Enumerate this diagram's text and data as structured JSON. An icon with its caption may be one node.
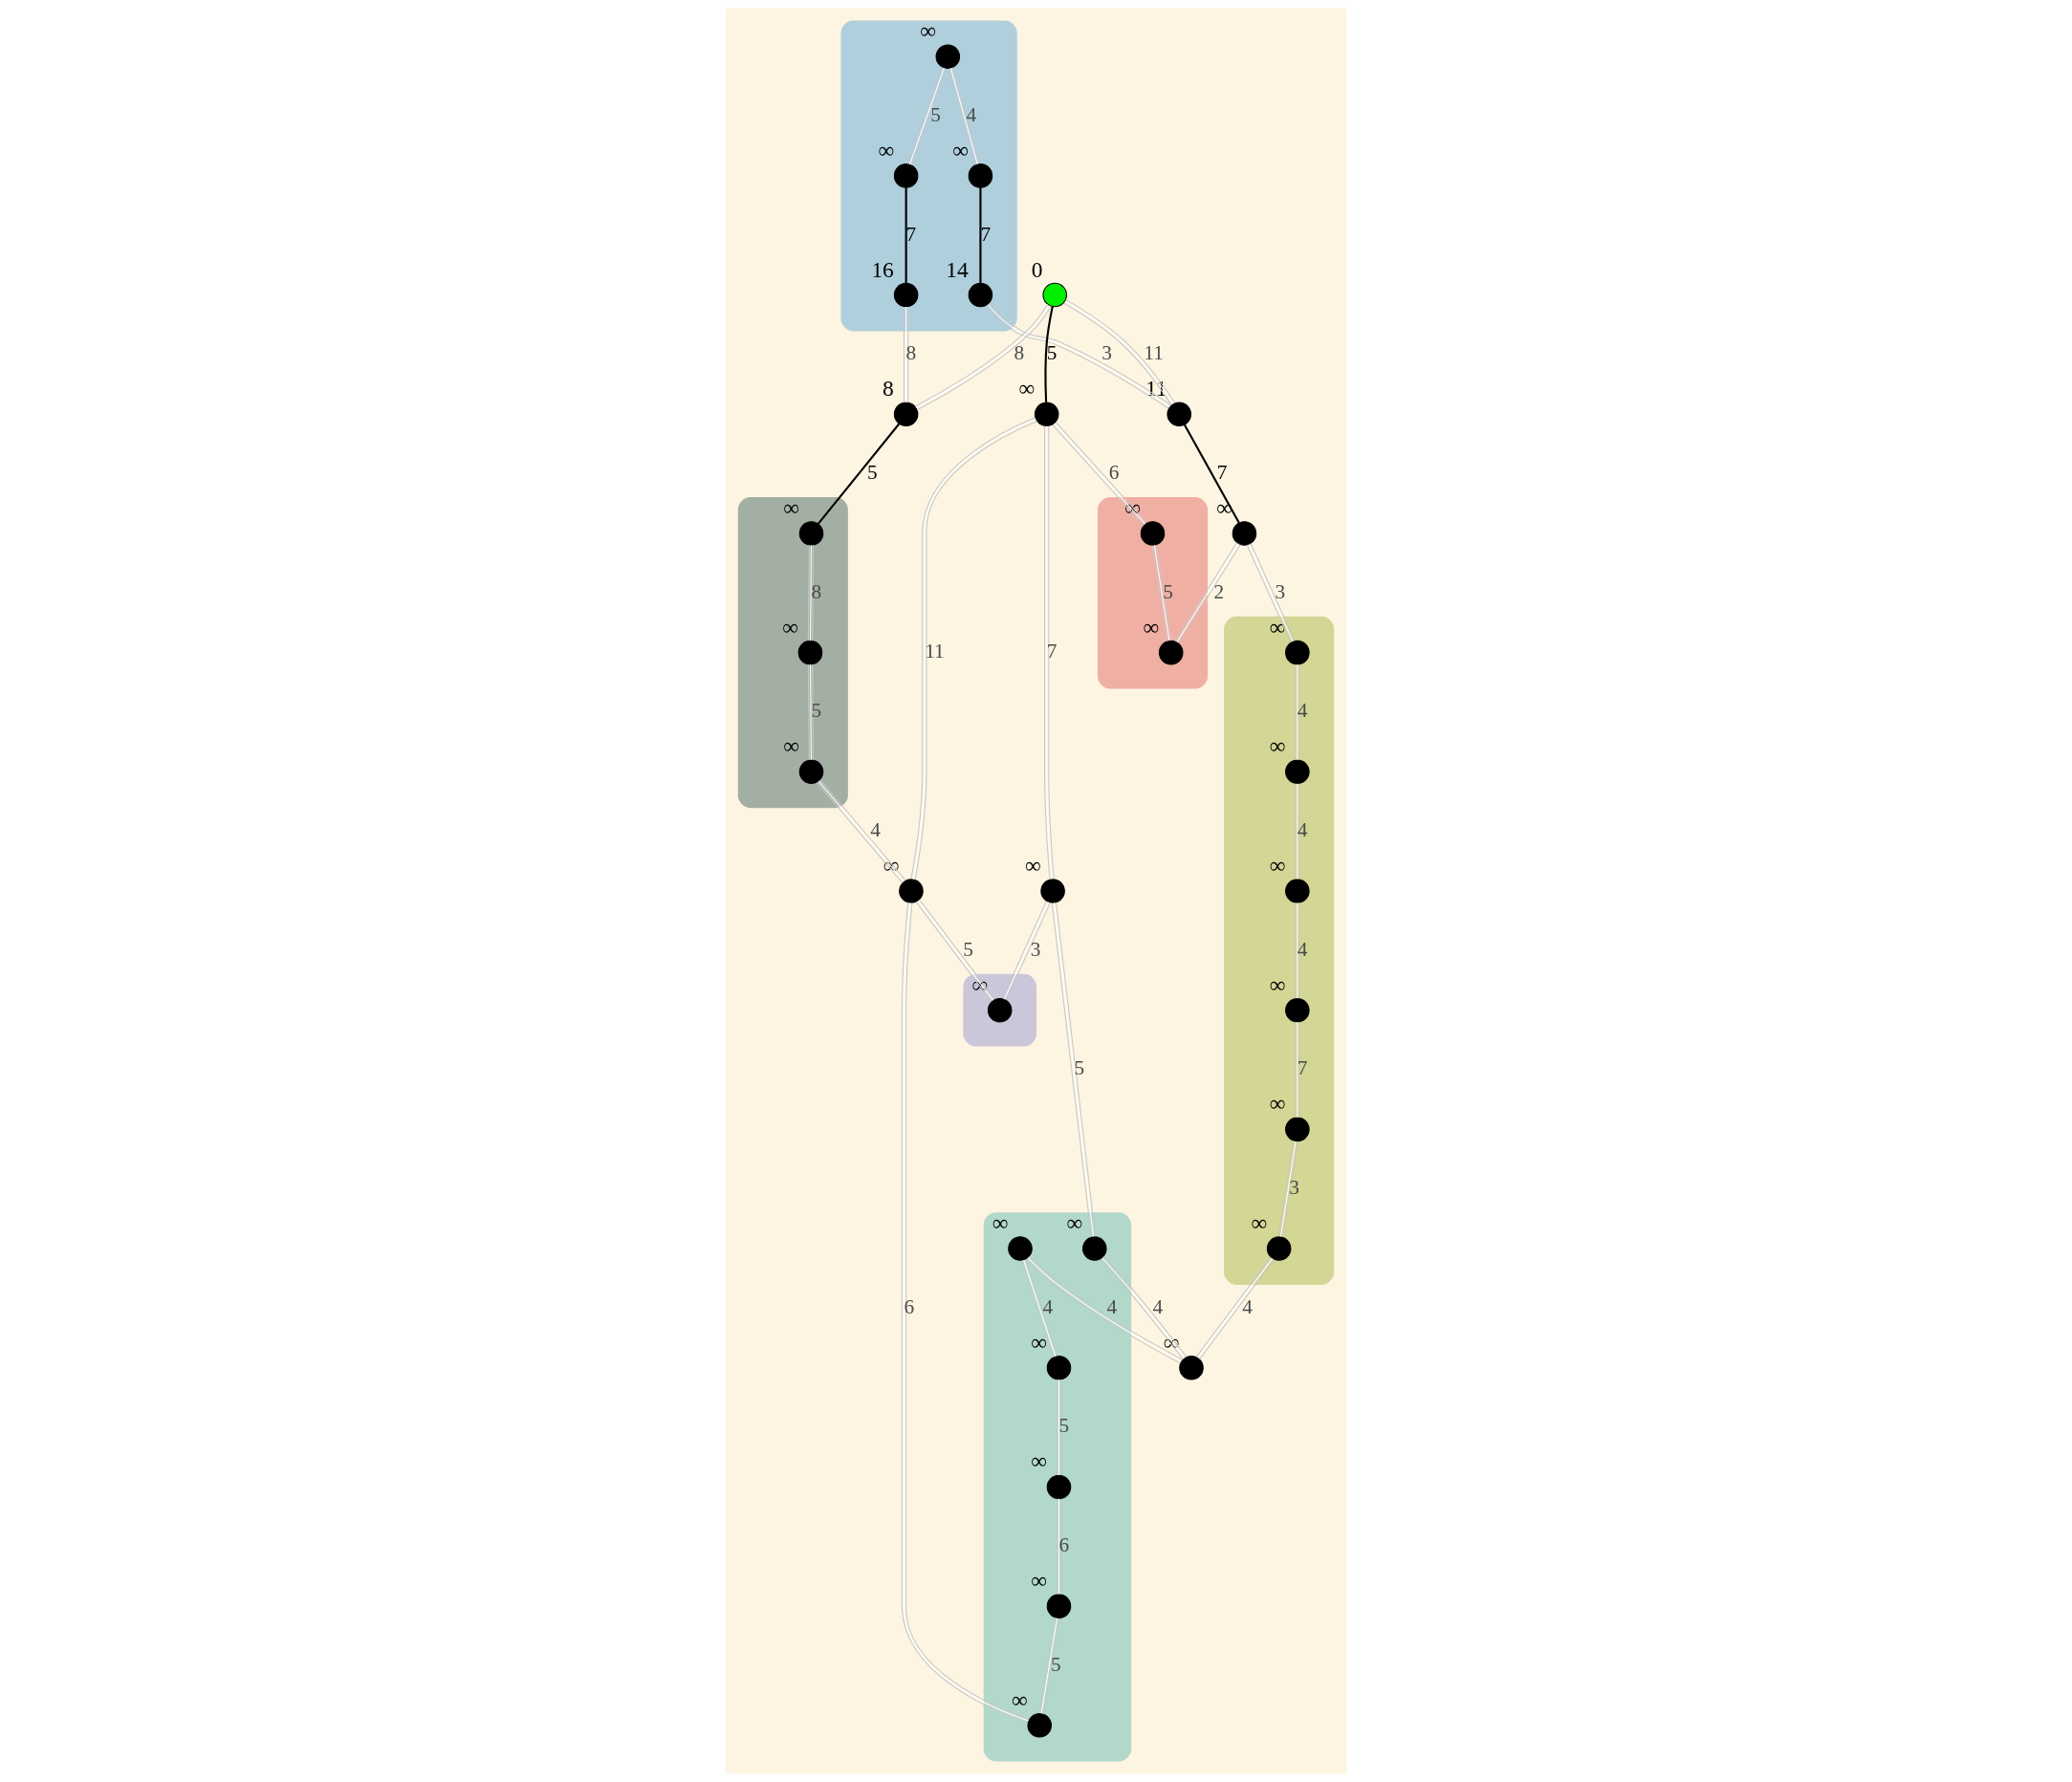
{
  "diagram": {
    "nodes": [
      {
        "text": [],
        "shape": "blob"
      },
      {
        "text": [],
        "shape": "blob"
      },
      {
        "text": [],
        "shape": "blob"
      },
      {
        "text": [],
        "shape": "blob"
      },
      {
        "text": [],
        "shape": "blob"
      },
      {
        "text": [],
        "shape": "blob"
      },
      {
        "text": [],
        "shape": "circle",
        "beside": [
          "∞"
        ],
        "in": 0
      },
      {
        "text": [],
        "shape": "circle",
        "beside": [
          "∞"
        ],
        "in": 0
      },
      {
        "text": [],
        "shape": "circle",
        "beside": [
          "16"
        ],
        "in": 0
      },
      {
        "text": [],
        "shape": "circle",
        "beside": [
          "8"
        ]
      },
      {
        "text": [],
        "shape": "circle",
        "beside": [
          "∞"
        ],
        "in": 1
      },
      {
        "text": [],
        "shape": "circle",
        "beside": [
          "∞"
        ],
        "in": 1
      },
      {
        "text": [],
        "shape": "circle",
        "beside": [
          "∞"
        ],
        "in": 1
      },
      {
        "text": [],
        "shape": "circle",
        "beside": [
          "∞"
        ],
        "in": 0
      },
      {
        "text": [],
        "shape": "circle",
        "beside": [
          "14"
        ],
        "in": 0
      },
      {
        "text": [],
        "shape": "circle",
        "beside": [
          "0"
        ]
      },
      {
        "text": [],
        "shape": "circle",
        "beside": [
          "11"
        ]
      },
      {
        "text": [],
        "shape": "circle",
        "beside": [
          "∞"
        ]
      },
      {
        "text": [],
        "shape": "circle",
        "beside": [
          "∞"
        ]
      },
      {
        "text": [],
        "shape": "circle",
        "beside": [
          "∞"
        ],
        "in": 2
      },
      {
        "text": [],
        "shape": "circle",
        "beside": [
          "∞"
        ]
      },
      {
        "text": [],
        "shape": "circle",
        "beside": [
          "∞"
        ],
        "in": 3
      },
      {
        "text": [],
        "shape": "circle",
        "beside": [
          "∞"
        ],
        "in": 4
      },
      {
        "text": [],
        "shape": "circle",
        "beside": [
          "∞"
        ]
      },
      {
        "text": [],
        "shape": "circle",
        "beside": [
          "∞"
        ],
        "in": 2
      },
      {
        "text": [],
        "shape": "circle",
        "beside": [
          "∞"
        ],
        "in": 5
      },
      {
        "text": [],
        "shape": "circle",
        "beside": [
          "∞"
        ],
        "in": 4
      },
      {
        "text": [],
        "shape": "circle",
        "beside": [
          "∞"
        ],
        "in": 5
      },
      {
        "text": [],
        "shape": "circle",
        "beside": [
          "∞"
        ],
        "in": 5
      },
      {
        "text": [],
        "shape": "circle",
        "beside": [
          "∞"
        ],
        "in": 5
      },
      {
        "text": [],
        "shape": "circle",
        "beside": [
          "∞"
        ],
        "in": 4
      },
      {
        "text": [],
        "shape": "circle",
        "beside": [
          "∞"
        ]
      },
      {
        "text": [],
        "shape": "circle",
        "beside": [
          "∞"
        ],
        "in": 4
      },
      {
        "text": [],
        "shape": "circle",
        "beside": [
          "∞"
        ],
        "in": 4
      },
      {
        "text": [],
        "shape": "circle",
        "beside": [
          "∞"
        ],
        "in": 4
      },
      {
        "text": [],
        "shape": "circle",
        "beside": [
          "∞"
        ],
        "in": 5
      },
      {
        "text": [],
        "shape": "circle",
        "beside": [
          "∞"
        ],
        "in": 5
      }
    ],
    "edges": [
      {
        "from": 6,
        "to": 7,
        "arrow": "none",
        "label": "5"
      },
      {
        "from": 6,
        "to": 13,
        "arrow": "none",
        "label": "4"
      },
      {
        "from": 7,
        "to": 8,
        "arrow": "none",
        "label": "7",
        "color": "#000000"
      },
      {
        "from": 8,
        "to": 9,
        "arrow": "none",
        "label": "8"
      },
      {
        "from": 9,
        "to": 10,
        "arrow": "none",
        "label": "5",
        "color": "#000000"
      },
      {
        "from": 10,
        "to": 11,
        "arrow": "none",
        "label": "8"
      },
      {
        "from": 11,
        "to": 12,
        "arrow": "none",
        "label": "5"
      },
      {
        "from": 12,
        "to": 17,
        "arrow": "none",
        "label": "4"
      },
      {
        "from": 13,
        "to": 14,
        "arrow": "none",
        "label": "7",
        "color": "#000000"
      },
      {
        "from": 14,
        "to": 16,
        "arrow": "none",
        "label": "3"
      },
      {
        "from": 15,
        "to": 9,
        "arrow": "none",
        "label": "8"
      },
      {
        "from": 15,
        "to": 16,
        "arrow": "none",
        "label": "11"
      },
      {
        "from": 15,
        "to": 18,
        "arrow": "none",
        "label": "5",
        "color": "#000000"
      },
      {
        "from": 16,
        "to": 23,
        "arrow": "none",
        "label": "7",
        "color": "#000000"
      },
      {
        "from": 18,
        "to": 17,
        "arrow": "none",
        "label": "11"
      },
      {
        "from": 18,
        "to": 19,
        "arrow": "none",
        "label": "6"
      },
      {
        "from": 18,
        "to": 20,
        "arrow": "none",
        "label": "7"
      },
      {
        "from": 17,
        "to": 21,
        "arrow": "none",
        "label": "5"
      },
      {
        "from": 17,
        "to": 22,
        "arrow": "none",
        "label": "6"
      },
      {
        "from": 20,
        "to": 21,
        "arrow": "none",
        "label": "3"
      },
      {
        "from": 20,
        "to": 26,
        "arrow": "none",
        "label": "5"
      },
      {
        "from": 19,
        "to": 24,
        "arrow": "none",
        "label": "5"
      },
      {
        "from": 23,
        "to": 24,
        "arrow": "none",
        "label": "2"
      },
      {
        "from": 23,
        "to": 27,
        "arrow": "none",
        "label": "3"
      },
      {
        "from": 27,
        "to": 28,
        "arrow": "none",
        "label": "4"
      },
      {
        "from": 28,
        "to": 25,
        "arrow": "none",
        "label": "4"
      },
      {
        "from": 25,
        "to": 29,
        "arrow": "none",
        "label": "4"
      },
      {
        "from": 29,
        "to": 35,
        "arrow": "none",
        "label": "7"
      },
      {
        "from": 35,
        "to": 36,
        "arrow": "none",
        "label": "3"
      },
      {
        "from": 36,
        "to": 31,
        "arrow": "none",
        "label": "4"
      },
      {
        "from": 26,
        "to": 31,
        "arrow": "none",
        "label": "4"
      },
      {
        "from": 31,
        "to": 32,
        "arrow": "none",
        "label": "4"
      },
      {
        "from": 32,
        "to": 34,
        "arrow": "none",
        "label": "4"
      },
      {
        "from": 34,
        "to": 33,
        "arrow": "none",
        "label": "5"
      },
      {
        "from": 33,
        "to": 30,
        "arrow": "none",
        "label": "6"
      },
      {
        "from": 30,
        "to": 22,
        "arrow": "none",
        "label": "5"
      }
    ]
  }
}
